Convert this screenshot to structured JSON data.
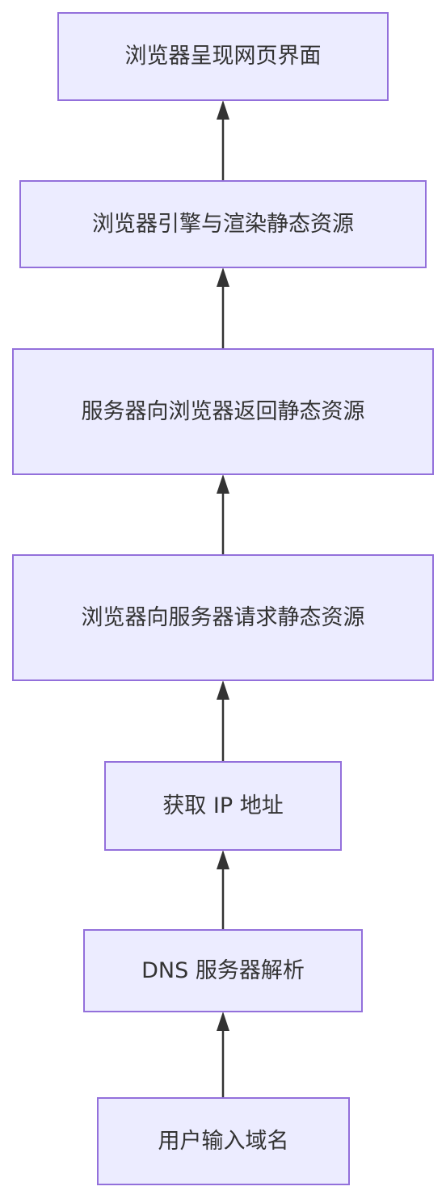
{
  "nodes": {
    "n1": "浏览器呈现网页界面",
    "n2": "浏览器引擎与渲染静态资源",
    "n3": "服务器向浏览器返回静态资源",
    "n4": "浏览器向服务器请求静态资源",
    "n5": "获取 IP 地址",
    "n6": "DNS 服务器解析",
    "n7": "用户输入域名"
  },
  "edges": [
    {
      "from": "n7",
      "to": "n6"
    },
    {
      "from": "n6",
      "to": "n5"
    },
    {
      "from": "n5",
      "to": "n4"
    },
    {
      "from": "n4",
      "to": "n3"
    },
    {
      "from": "n3",
      "to": "n2"
    },
    {
      "from": "n2",
      "to": "n1"
    }
  ],
  "colors": {
    "node_fill": "#ececff",
    "node_border": "#9370db",
    "edge": "#333333",
    "text": "#333333"
  }
}
